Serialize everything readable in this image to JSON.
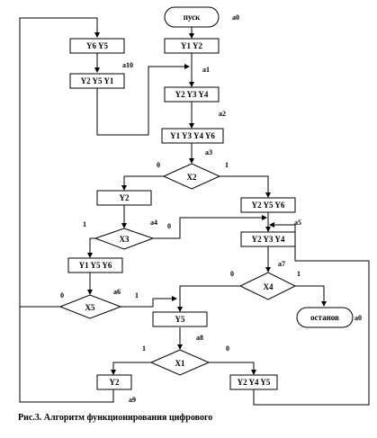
{
  "diagram": {
    "start_label": "пуск",
    "stop_label": "останов",
    "operators": {
      "y6y5": "Y6 Y5",
      "y2y5y1": "Y2 Y5 Y1",
      "y1y2": "Y1 Y2",
      "y2y3y4_top": "Y2 Y3 Y4",
      "y1y3y4y6": "Y1 Y3 Y4 Y6",
      "y2_left": "Y2",
      "y1y5y6": "Y1 Y5 Y6",
      "y5": "Y5",
      "y2_bottom": "Y2",
      "y2y5y6": "Y2 Y5 Y6",
      "y2y3y4_mid": "Y2 Y3 Y4",
      "y2y4y5": "Y2 Y4 Y5"
    },
    "conditions": {
      "x2": "X2",
      "x3": "X3",
      "x4": "X4",
      "x5": "X5",
      "x1": "X1"
    },
    "branch_labels": {
      "x2_no": "0",
      "x2_yes": "1",
      "x3_yes": "1",
      "x3_no": "0",
      "x4_no": "0",
      "x4_yes": "1",
      "x5_no": "0",
      "x5_yes": "1",
      "x1_yes": "1",
      "x1_no": "0"
    },
    "states": {
      "a0_top": "a0",
      "a1": "a1",
      "a2": "a2",
      "a3": "a3",
      "a4": "a4",
      "a5": "a5",
      "a6": "a6",
      "a7": "a7",
      "a8": "a8",
      "a9": "a9",
      "a10": "a10",
      "a0_stop": "a0"
    }
  },
  "caption": "Рис.3. Алгоритм функционирования цифрового"
}
